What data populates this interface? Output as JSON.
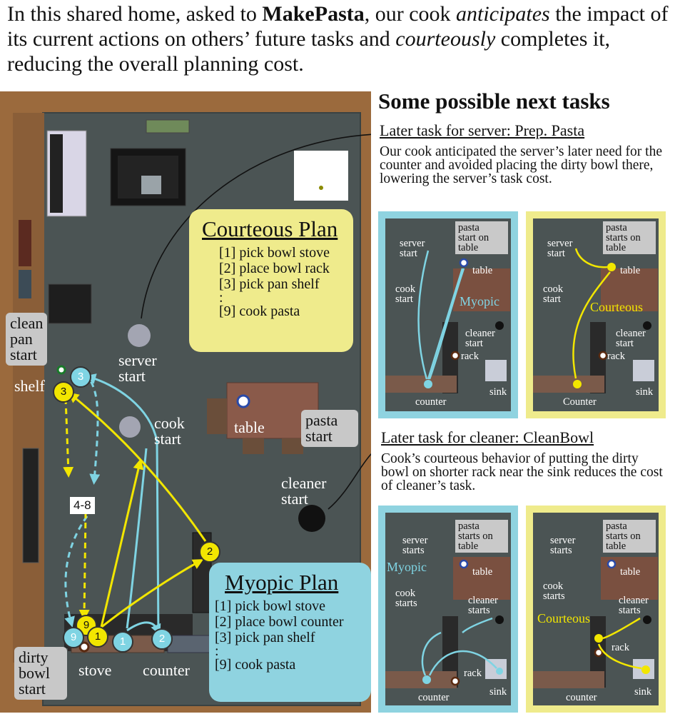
{
  "caption": {
    "part1": "In this shared home, asked to ",
    "task": "MakePasta",
    "part2": ", our cook ",
    "anticipates": "anticipates",
    "part3": " the impact of its current actions on others’ future tasks and ",
    "courteously": "courteously",
    "part4": " completes it, reducing the overall planning cost."
  },
  "main_map": {
    "labels": {
      "clean_pan_start": [
        "clean",
        "pan",
        "start"
      ],
      "shelf": "shelf",
      "server_start": [
        "server",
        "start"
      ],
      "cook_start": [
        "cook",
        "start"
      ],
      "table": "table",
      "pasta_start": [
        "pasta",
        "start"
      ],
      "cleaner_start": [
        "cleaner",
        "start"
      ],
      "dirty_bowl_start": [
        "dirty",
        "bowl",
        "start"
      ],
      "stove": "stove",
      "counter": "counter",
      "range_box": "4-8"
    },
    "markers": {
      "yellow": [
        "3",
        "2",
        "9",
        "1"
      ],
      "blue": [
        "3",
        "9",
        "1",
        "2"
      ]
    }
  },
  "courteous_plan": {
    "title": "Courteous Plan",
    "steps": [
      "[1] pick bowl stove",
      "[2] place bowl rack",
      "[3] pick pan shelf",
      ":",
      "[9] cook pasta"
    ]
  },
  "myopic_plan": {
    "title": "Myopic Plan",
    "steps": [
      "[1] pick bowl stove",
      "[2] place bowl counter",
      "[3] pick pan shelf",
      ":",
      "[9] cook pasta"
    ]
  },
  "side": {
    "title": "Some possible next tasks",
    "server_task": {
      "heading": "Later task for server: Prep. Pasta",
      "description": "Our cook anticipated the server’s later need for the counter and avoided placing the dirty bowl there, lowering the server’s task cost.",
      "myopic_panel": {
        "server": [
          "server",
          "start"
        ],
        "pasta": [
          "pasta",
          "start on",
          "table"
        ],
        "table": "table",
        "cook": [
          "cook",
          "start"
        ],
        "plan": "Myopic",
        "cleaner": [
          "cleaner",
          "start"
        ],
        "rack": "rack",
        "sink": "sink",
        "counter": "counter"
      },
      "courteous_panel": {
        "server": [
          "server",
          "start"
        ],
        "pasta": [
          "pasta",
          "starts on",
          "table"
        ],
        "table": "table",
        "cook": [
          "cook",
          "start"
        ],
        "plan": "Courteous",
        "cleaner": [
          "cleaner",
          "start"
        ],
        "rack": "rack",
        "sink": "sink",
        "counter": "Counter"
      }
    },
    "cleaner_task": {
      "heading": "Later task for cleaner: CleanBowl",
      "description": "Cook’s courteous behavior of putting the dirty bowl on shorter rack near the sink reduces the cost of cleaner’s task.",
      "myopic_panel": {
        "server": [
          "server",
          "starts"
        ],
        "pasta": [
          "pasta",
          "starts on",
          "table"
        ],
        "table": "table",
        "plan": "Myopic",
        "cook": [
          "cook",
          "starts"
        ],
        "cleaner": [
          "cleaner",
          "starts"
        ],
        "rack": "rack",
        "sink": "sink",
        "counter": "counter"
      },
      "courteous_panel": {
        "server": [
          "server",
          "starts"
        ],
        "pasta": [
          "pasta",
          "starts on",
          "table"
        ],
        "table": "table",
        "cook": [
          "cook",
          "starts"
        ],
        "cleaner": [
          "cleaner",
          "starts"
        ],
        "plan": "Courteous",
        "rack": "rack",
        "sink": "sink",
        "counter": "counter"
      }
    }
  },
  "colors": {
    "courteous": "#f2e600",
    "myopic": "#7fd4e3",
    "courteous_panel": "#efeb8c",
    "myopic_panel": "#8fd3e0",
    "floor": "#4b5454",
    "wall": "#a9713f"
  }
}
